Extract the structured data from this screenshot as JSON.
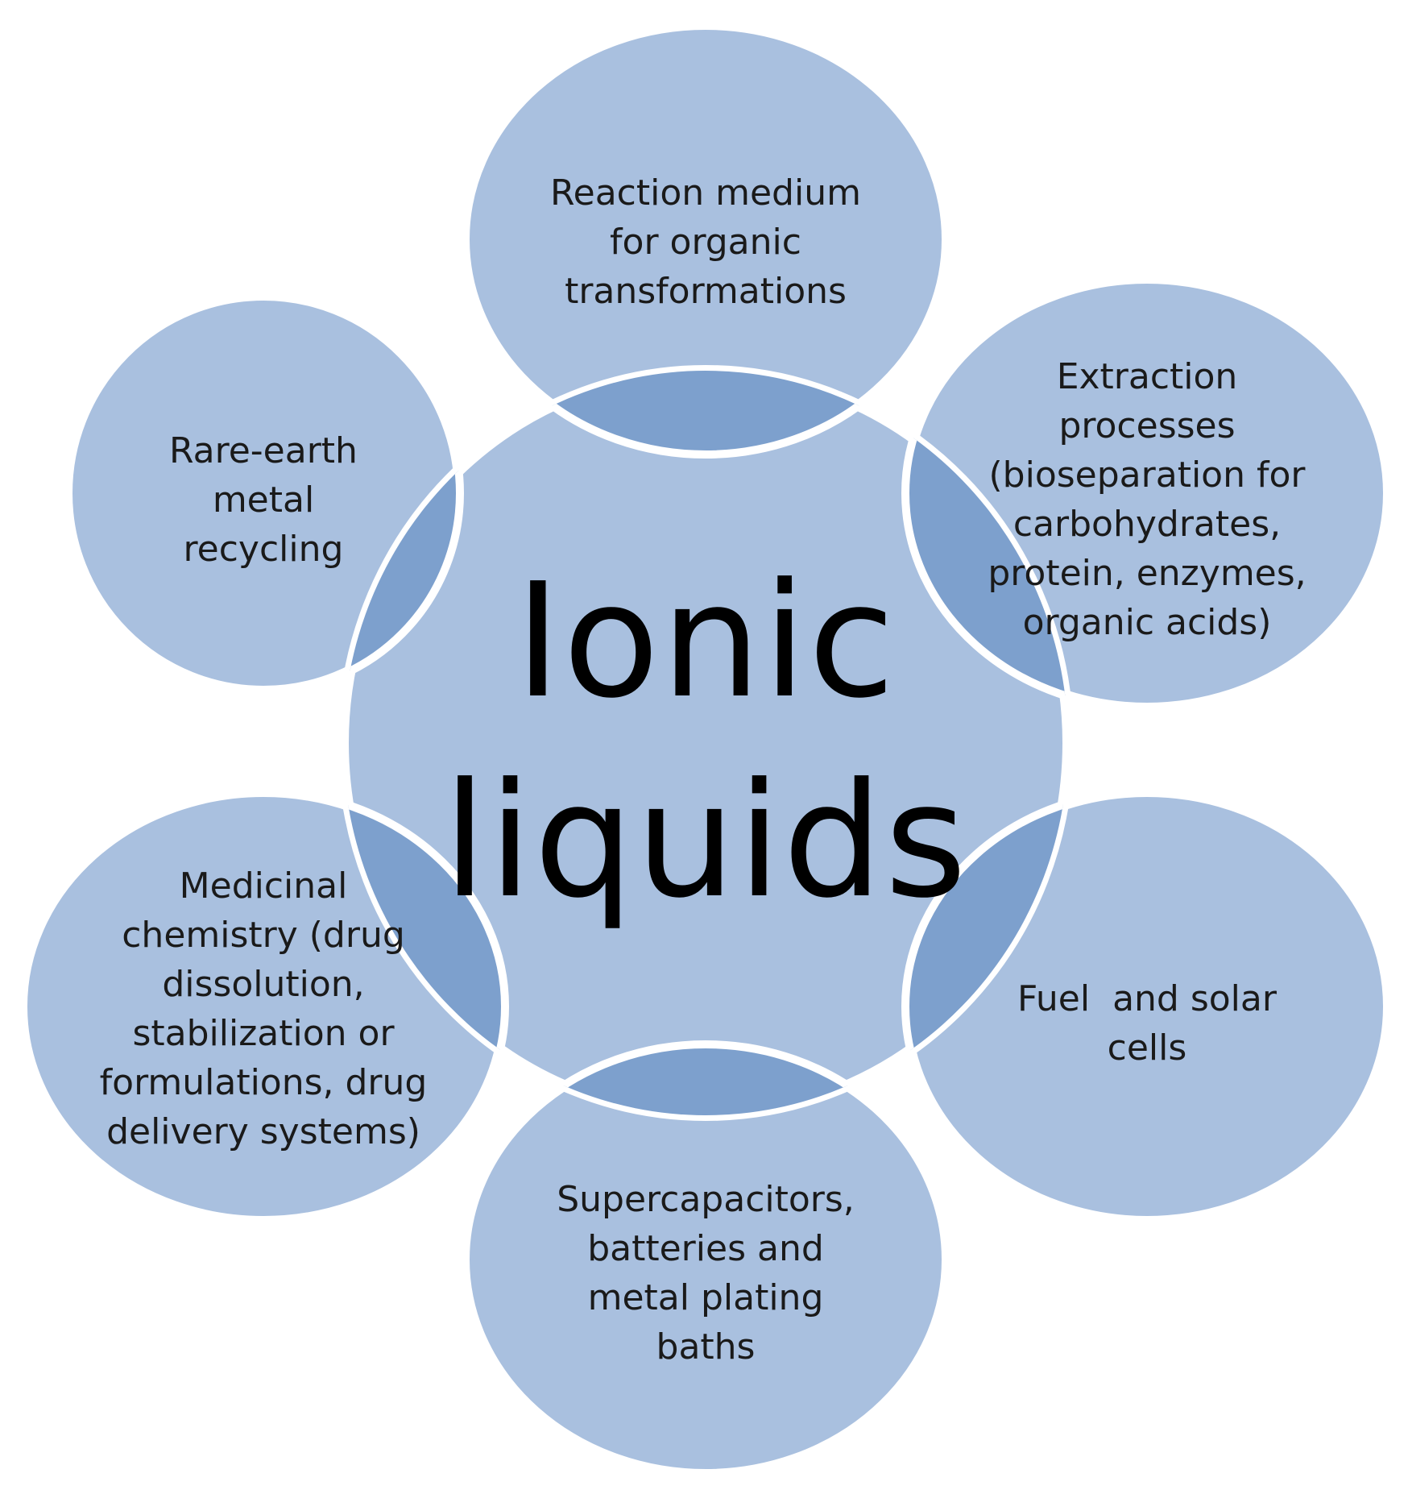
{
  "colors": {
    "circle_fill": "#a9c0df",
    "overlap_fill": "#7da0cd",
    "circle_border": "#ffffff",
    "text": "#1a1a1a"
  },
  "hub": {
    "lines": [
      "Ionic",
      "liquids"
    ]
  },
  "applications": [
    {
      "id": "reaction-medium",
      "lines": [
        "Reaction medium",
        "for organic",
        "transformations"
      ]
    },
    {
      "id": "extraction",
      "lines": [
        "Extraction",
        "processes",
        "(bioseparation for",
        "carbohydrates,",
        "protein, enzymes,",
        "organic acids)"
      ]
    },
    {
      "id": "fuel-solar",
      "lines": [
        "Fuel  and solar",
        "cells"
      ]
    },
    {
      "id": "supercapacitors",
      "lines": [
        "Supercapacitors,",
        "batteries and",
        "metal plating",
        "baths"
      ]
    },
    {
      "id": "medicinal",
      "lines": [
        "Medicinal",
        "chemistry (drug",
        "dissolution,",
        "stabilization or",
        "formulations, drug",
        "delivery systems)"
      ]
    },
    {
      "id": "rare-earth",
      "lines": [
        "Rare-earth",
        "metal",
        "recycling"
      ]
    }
  ]
}
